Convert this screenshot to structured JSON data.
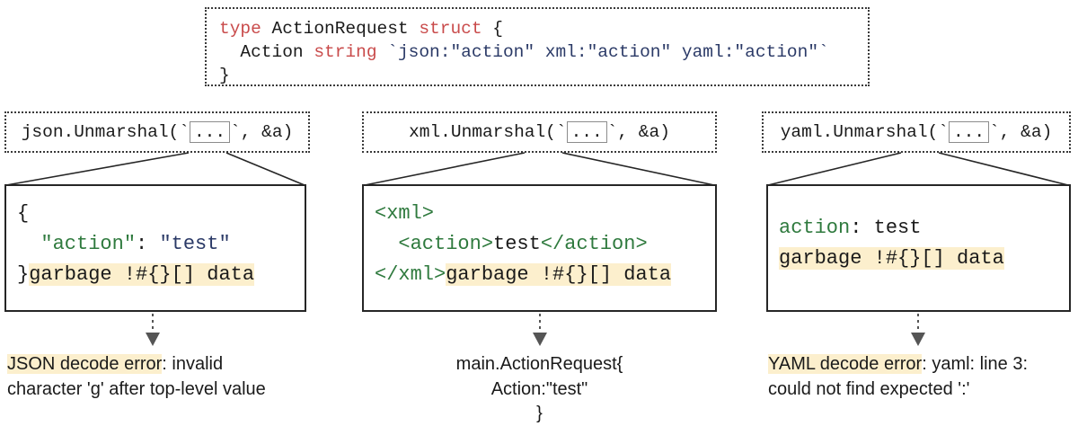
{
  "struct_declaration": {
    "line1": {
      "kw1": "type",
      "name": " ActionRequest ",
      "kw2": "struct",
      "brace": " {"
    },
    "line2": {
      "field": "  Action ",
      "type": "string",
      "tag": " `json:\"action\" xml:\"action\" yaml:\"action\"`"
    },
    "line3": {
      "brace": "}"
    }
  },
  "columns": [
    {
      "id": "json",
      "call_prefix": "json.Unmarshal(`",
      "call_chip": "...",
      "call_suffix": "`, &a)",
      "payload_lines": [
        [
          {
            "text": "{",
            "color": "black",
            "highlight": false
          }
        ],
        [
          {
            "text": "  ",
            "color": "black",
            "highlight": false
          },
          {
            "text": "\"action\"",
            "color": "green",
            "highlight": false
          },
          {
            "text": ": ",
            "color": "black",
            "highlight": false
          },
          {
            "text": "\"test\"",
            "color": "blue",
            "highlight": false
          }
        ],
        [
          {
            "text": "}",
            "color": "black",
            "highlight": false
          },
          {
            "text": "garbage !#{}[] data",
            "color": "black",
            "highlight": true
          }
        ]
      ],
      "result": [
        {
          "text": "JSON decode error",
          "highlight": true
        },
        {
          "text": ": invalid character 'g' after top-level value",
          "highlight": false
        }
      ],
      "result_align": "left"
    },
    {
      "id": "xml",
      "call_prefix": "xml.Unmarshal(`",
      "call_chip": "...",
      "call_suffix": "`, &a)",
      "payload_lines": [
        [
          {
            "text": "<xml>",
            "color": "green",
            "highlight": false
          }
        ],
        [
          {
            "text": "  ",
            "color": "black",
            "highlight": false
          },
          {
            "text": "<action>",
            "color": "green",
            "highlight": false
          },
          {
            "text": "test",
            "color": "black",
            "highlight": false
          },
          {
            "text": "</action>",
            "color": "green",
            "highlight": false
          }
        ],
        [
          {
            "text": "</xml>",
            "color": "green",
            "highlight": false
          },
          {
            "text": "garbage !#{}[] data",
            "color": "black",
            "highlight": true
          }
        ]
      ],
      "result": [
        {
          "text": "main.ActionRequest{\n    Action:\"test\"\n}",
          "highlight": false
        }
      ],
      "result_align": "center"
    },
    {
      "id": "yaml",
      "call_prefix": "yaml.Unmarshal(`",
      "call_chip": "...",
      "call_suffix": "`, &a)",
      "payload_lines": [
        [
          {
            "text": "action",
            "color": "green",
            "highlight": false
          },
          {
            "text": ": test",
            "color": "black",
            "highlight": false
          }
        ],
        [
          {
            "text": "garbage !#{}[] data",
            "color": "black",
            "highlight": true
          }
        ]
      ],
      "result": [
        {
          "text": "YAML decode error",
          "highlight": true
        },
        {
          "text": ": yaml: line 3: could not find expected ':'",
          "highlight": false
        }
      ],
      "result_align": "left"
    }
  ],
  "colors": {
    "keyword": "#c94b4b",
    "tag_string": "#2b3a67",
    "xml_tag_green": "#2f7a3e",
    "json_value_blue": "#2b3a67",
    "highlight": "#fcefcd",
    "border": "#262626",
    "arrow": "#555555"
  }
}
